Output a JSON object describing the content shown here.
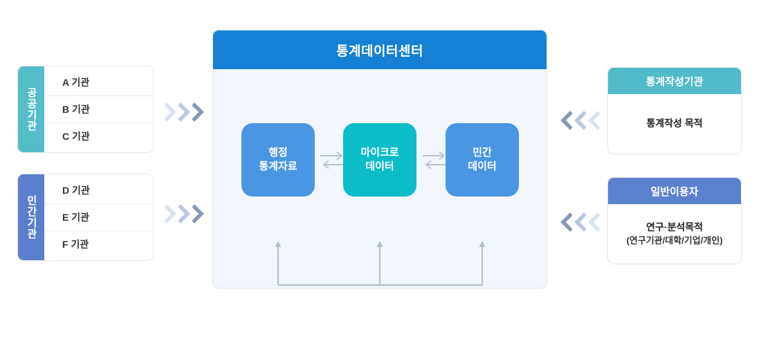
{
  "sources": [
    {
      "tab_label": "공공기관",
      "tab_color": "#55bcc9",
      "items": [
        "A 기관",
        "B 기관",
        "C 기관"
      ]
    },
    {
      "tab_label": "민간기관",
      "tab_color": "#5b7fcc",
      "items": [
        "D 기관",
        "E 기관",
        "F 기관"
      ]
    }
  ],
  "flow_icons": {
    "right_chevrons": "chevron-right-triple-icon",
    "left_chevrons": "chevron-left-triple-icon",
    "exchange": "bidirectional-arrow-icon",
    "feedback": "feedback-arrow-icon"
  },
  "center": {
    "title": "통계데이터센터",
    "header_color": "#1580d4",
    "body_color": "#f2f7fd",
    "boxes": [
      {
        "line1": "행정",
        "line2": "통계자료",
        "color": "#4a96e3"
      },
      {
        "line1": "마이크로",
        "line2": "데이터",
        "color": "#0cbcc9"
      },
      {
        "line1": "민간",
        "line2": "데이터",
        "color": "#4a96e3"
      }
    ]
  },
  "consumers": [
    {
      "title": "통계작성기관",
      "header_color": "#51bbc9",
      "main": "통계작성 목적",
      "sub": ""
    },
    {
      "title": "일반이용자",
      "header_color": "#5b82ce",
      "main": "연구·분석목적",
      "sub": "(연구기관/대학/기업/개인)"
    }
  ]
}
